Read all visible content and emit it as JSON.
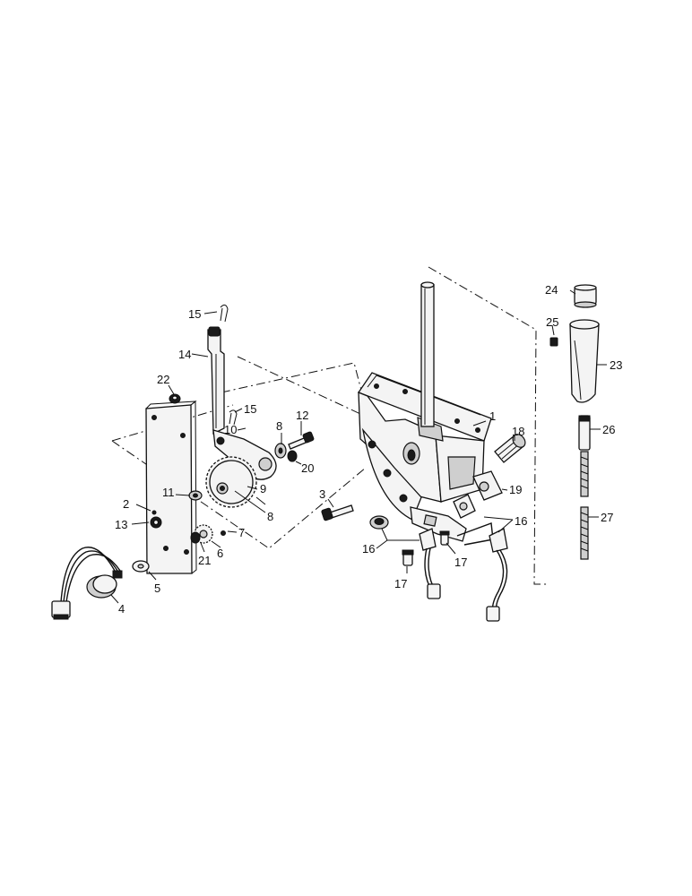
{
  "diagram": {
    "type": "exploded-parts-view",
    "labels": {
      "p1": "1",
      "p2": "2",
      "p3": "3",
      "p4": "4",
      "p5": "5",
      "p6": "6",
      "p7": "7",
      "p8a": "8",
      "p8b": "8",
      "p9": "9",
      "p10": "10",
      "p11": "11",
      "p12": "12",
      "p13": "13",
      "p14": "14",
      "p15a": "15",
      "p15b": "15",
      "p16a": "16",
      "p16b": "16",
      "p17a": "17",
      "p17b": "17",
      "p18": "18",
      "p19": "19",
      "p20": "20",
      "p21": "21",
      "p22": "22",
      "p23": "23",
      "p24": "24",
      "p25": "25",
      "p26": "26",
      "p27": "27"
    }
  }
}
